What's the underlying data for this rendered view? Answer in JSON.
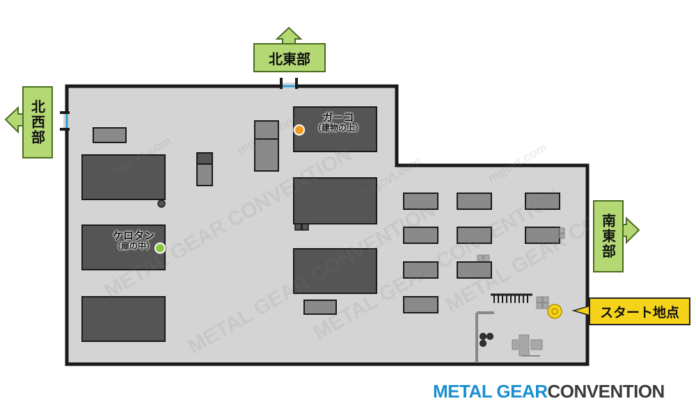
{
  "exits": {
    "north": "北東部",
    "northwest": "北西部",
    "east": "南東部"
  },
  "markers": {
    "garko": {
      "name": "ガーコ",
      "note": "（建物の上）",
      "color": "#f39a1e"
    },
    "keroton": {
      "name": "ケロタン",
      "note": "（扉の中）",
      "color": "#8cc63f"
    },
    "start": {
      "label": "スタート地点",
      "color": "#f6d31b"
    }
  },
  "logo": {
    "metal": "METAL GEAR",
    "convention": "CONVENTION"
  },
  "watermark": {
    "main": "METAL GEAR CONVENTION",
    "sub": "mgcvt.com"
  },
  "colors": {
    "floor": "#d4d4d4",
    "wall": "#1a1a1a",
    "building": "#555555",
    "small_box": "#8a8a8a",
    "exit_green": "#b4d874",
    "door_blue": "#2a9fd8"
  }
}
